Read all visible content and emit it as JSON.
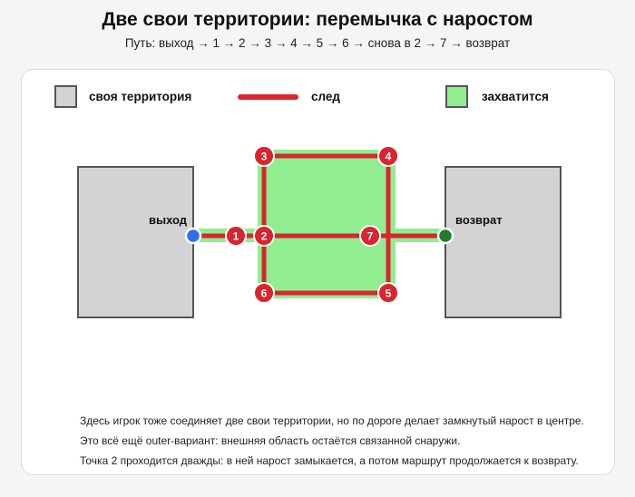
{
  "header": {
    "title": "Две свои территории: перемычка с наростом",
    "subtitle": "Путь: выход → 1 → 2 → 3 → 4 → 5 → 6 → снова в 2 → 7 → возврат"
  },
  "legend": {
    "own_territory": "своя территория",
    "trail": "след",
    "captured": "захватится"
  },
  "labels": {
    "exit": "выход",
    "return": "возврат"
  },
  "points": [
    "1",
    "2",
    "3",
    "4",
    "5",
    "6",
    "7"
  ],
  "notes": [
    "Здесь игрок тоже соединяет две свои территории, но по дороге делает замкнутый нарост в центре.",
    "Это всё ещё outer-вариант: внешняя область остаётся связанной снаружи.",
    "Точка 2 проходится дважды: в ней нарост замыкается, а потом маршрут продолжается к возврату."
  ],
  "colors": {
    "territory_fill": "#d3d3d3",
    "territory_stroke": "#555555",
    "trail": "#d7262f",
    "captured_fill": "#90ee90",
    "exit_dot": "#2f6ee8",
    "return_dot": "#1e7d2b"
  }
}
